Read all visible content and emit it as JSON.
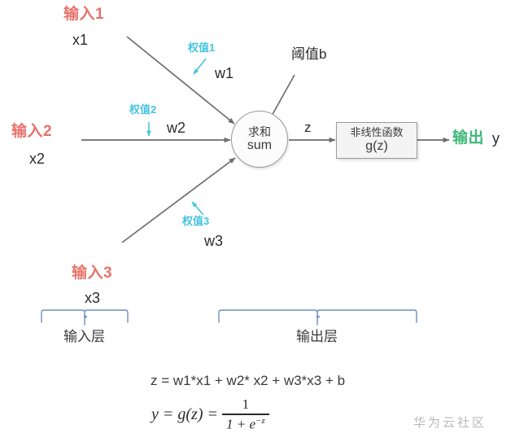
{
  "diagram": {
    "title": "neural-network-neuron-diagram",
    "colors": {
      "input_red": "#e8726a",
      "weight_cyan": "#45c3e0",
      "output_green": "#3cb878",
      "brace_blue": "#6a8fc4",
      "arrow_gray": "#6e6e6e",
      "text_black": "#2b2b2b",
      "background": "#ffffff"
    },
    "inputs": [
      {
        "title": "输入1",
        "var": "x1"
      },
      {
        "title": "输入2",
        "var": "x2"
      },
      {
        "title": "输入3",
        "var": "x3"
      }
    ],
    "weights": [
      {
        "title": "权值1",
        "var": "w1"
      },
      {
        "title": "权值2",
        "var": "w2"
      },
      {
        "title": "权值3",
        "var": "w3"
      }
    ],
    "bias": {
      "label": "阈值b"
    },
    "sum_node": {
      "cn": "求和",
      "en": "sum"
    },
    "z_label": "z",
    "activation": {
      "cn": "非线性函数",
      "en": "g(z)"
    },
    "output": {
      "title": "输出",
      "var": "y"
    },
    "layers": [
      {
        "label": "输入层"
      },
      {
        "label": "输出层"
      }
    ],
    "formulas": {
      "z": "z = w1*x1 + w2* x2 + w3*x3 + b",
      "y_lhs": "y = g(z) =",
      "y_numerator": "1",
      "y_denominator_base": "1 + e",
      "y_denominator_exp": "−z"
    },
    "watermark": "华为云社区"
  }
}
